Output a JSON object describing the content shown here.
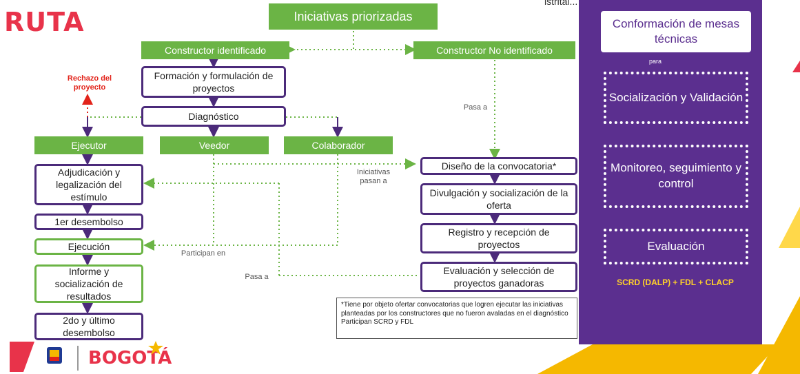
{
  "title": "RUTA",
  "top_right_text": "istrital... ...ol... de Bogotá",
  "nodes": {
    "iniciativas": "Iniciativas priorizadas",
    "constructor_identificado": "Constructor identificado",
    "constructor_no_identificado": "Constructor No identificado",
    "formacion": "Formación y formulación de proyectos",
    "diagnostico": "Diagnóstico",
    "ejecutor": "Ejecutor",
    "veedor": "Veedor",
    "colaborador": "Colaborador",
    "adjudicacion": "Adjudicación y legalización del estímulo",
    "desembolso1": "1er desembolso",
    "ejecucion": "Ejecución",
    "informe": "Informe y socialización de resultados",
    "desembolso2": "2do y último desembolso",
    "diseno": "Diseño de la convocatoria*",
    "divulgacion": "Divulgación y socialización de la oferta",
    "registro": "Registro y recepción de proyectos",
    "evaluacion_seleccion": "Evaluación y selección de proyectos ganadoras"
  },
  "labels": {
    "rechazo": "Rechazo del proyecto",
    "pasa_a_1": "Pasa a",
    "iniciativas_pasan_a": "Iniciativas pasan a",
    "participan_en": "Participan en",
    "pasa_a_2": "Pasa a"
  },
  "note": "*Tiene por objeto ofertar convocatorias que logren ejecutar las iniciativas planteadas por los constructores que no fueron avaladas en el diagnóstico Participan SCRD y FDL",
  "panel": {
    "conformacion": "Conformación de mesas técnicas",
    "para": "para",
    "socializacion": "Socialización y Validación",
    "monitoreo": "Monitoreo, seguimiento y control",
    "evaluacion": "Evaluación",
    "entities": "SCRD (DALP) + FDL + CLACP"
  },
  "footer": {
    "logo": "BOGOTÁ"
  },
  "colors": {
    "green": "#6bb445",
    "purple": "#5b2f8f",
    "dark_purple_border": "#4b2a7a",
    "red": "#e8334a",
    "yellow": "#f5b800"
  }
}
